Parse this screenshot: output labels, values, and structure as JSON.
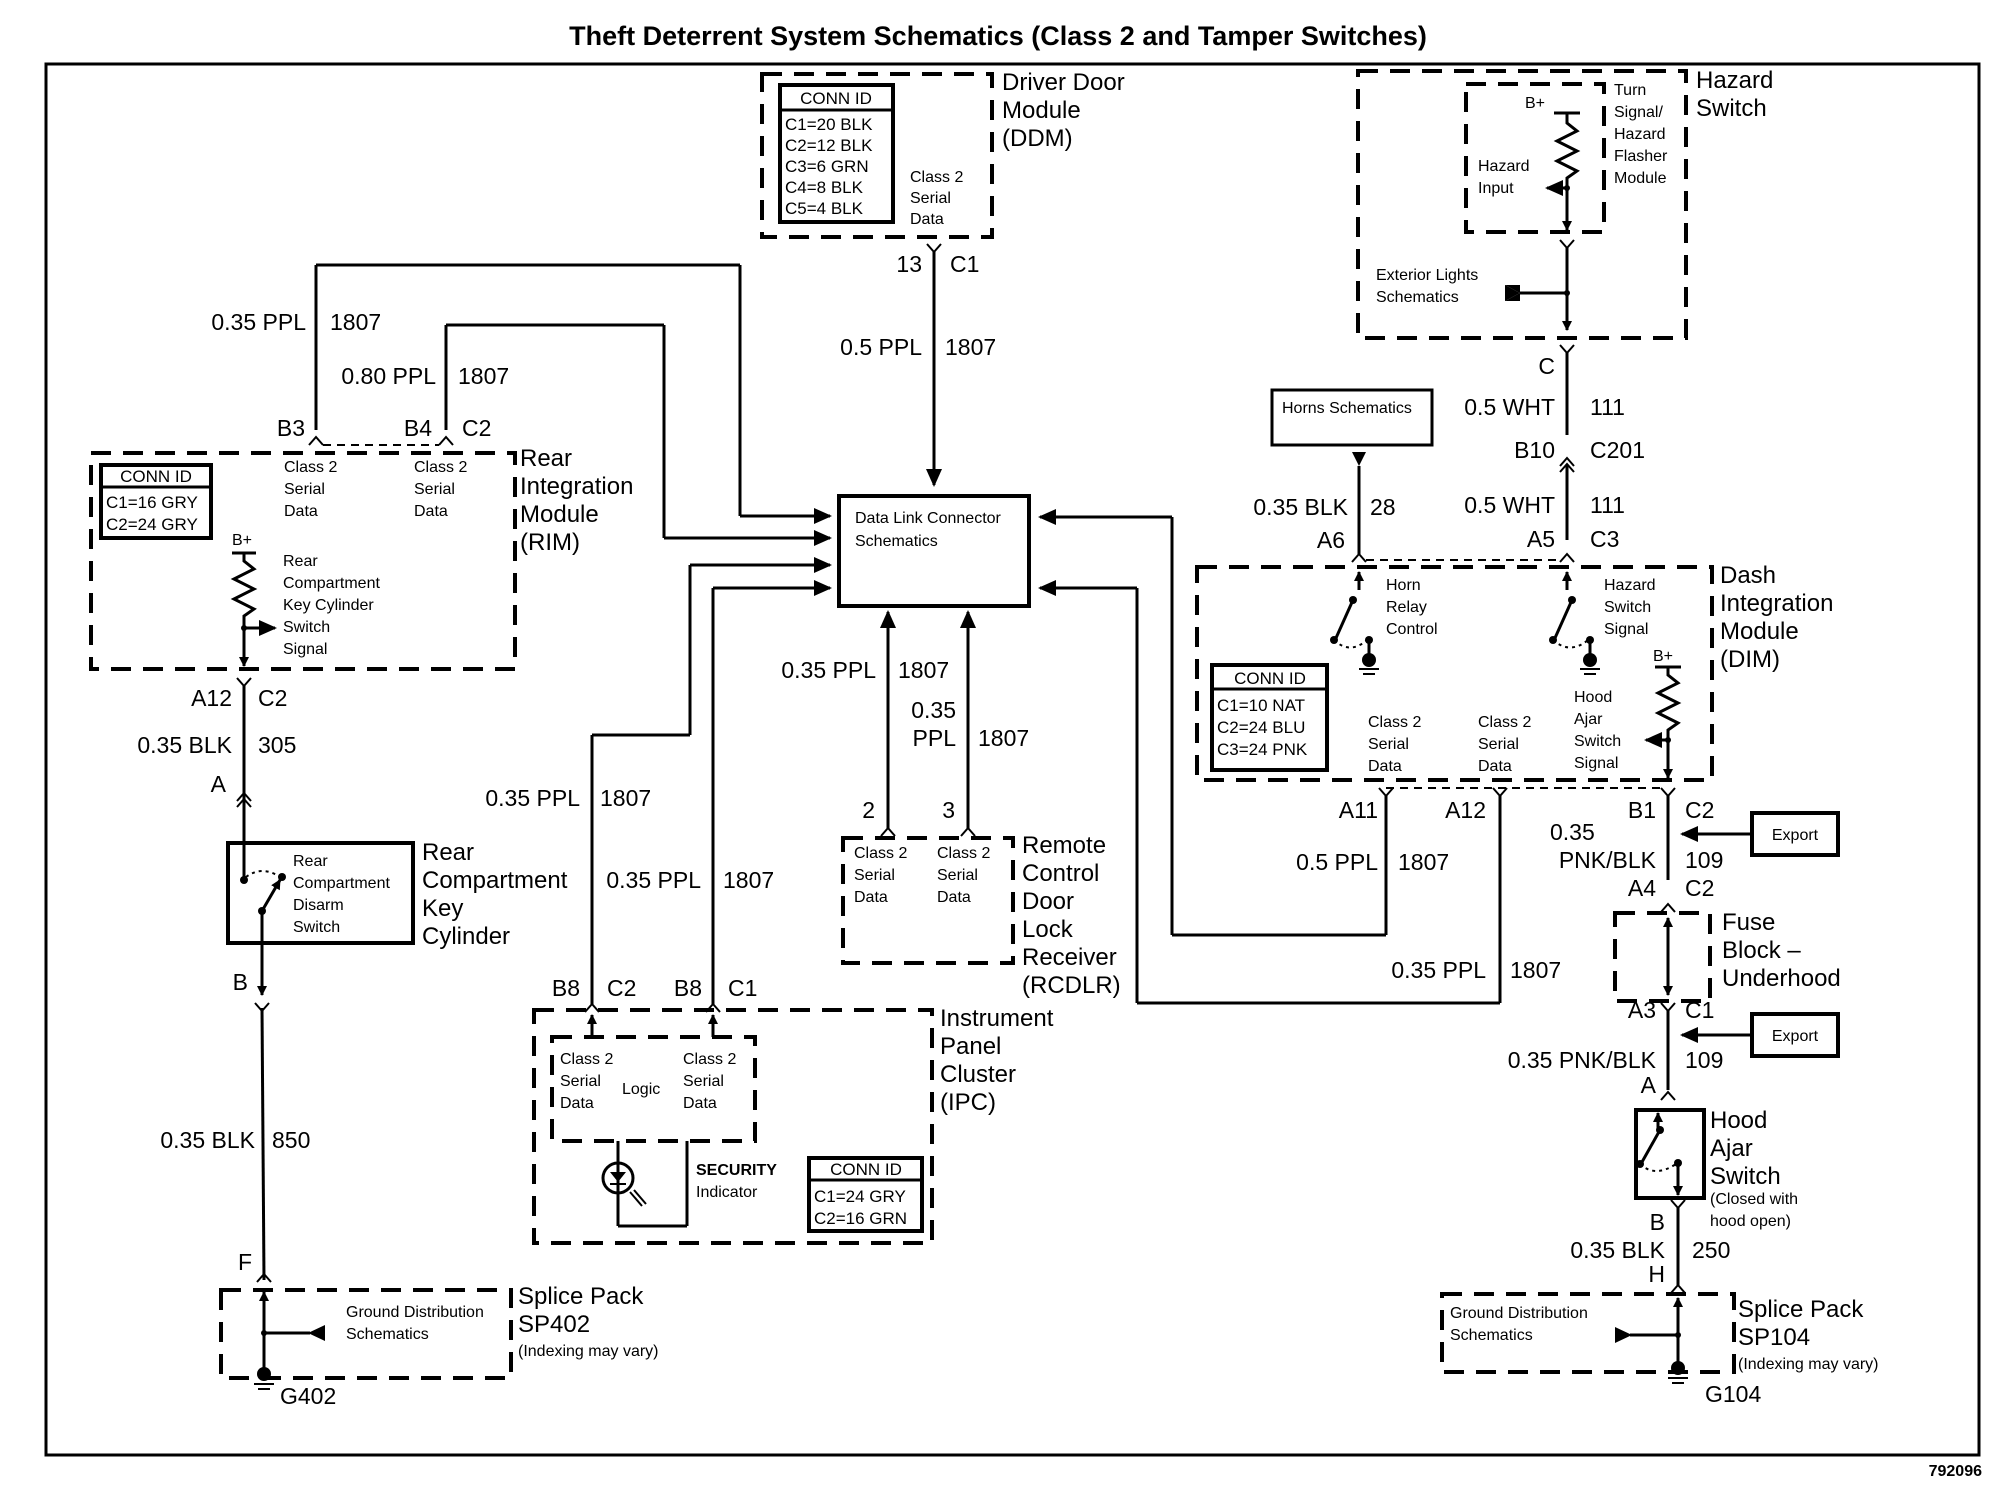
{
  "title": "Theft Deterrent System Schematics (Class 2 and Tamper Switches)",
  "figure_number": "792096",
  "colors": {
    "ink": "#000000",
    "paper": "#ffffff"
  },
  "components": {
    "ddm": {
      "name": [
        "Driver Door",
        "Module",
        "(DDM)"
      ],
      "conn_id": {
        "header": "CONN ID",
        "rows": [
          "C1=20 BLK",
          "C2=12 BLK",
          "C3=6 GRN",
          "C4=8 BLK",
          "C5=4 BLK"
        ]
      },
      "pin_text": [
        "Class 2",
        "Serial",
        "Data"
      ],
      "pin": "13",
      "connector": "C1"
    },
    "hazard_switch": {
      "name": [
        "Hazard",
        "Switch"
      ],
      "flasher_module": [
        "Turn",
        "Signal/",
        "Hazard",
        "Flasher",
        "Module"
      ],
      "b_plus": "B+",
      "hazard_input": [
        "Hazard",
        "Input"
      ],
      "exterior_lights": [
        "Exterior Lights",
        "Schematics"
      ],
      "connector": "C"
    },
    "rim": {
      "name": [
        "Rear",
        "Integration",
        "Module",
        "(RIM)"
      ],
      "conn_id": {
        "header": "CONN ID",
        "rows": [
          "C1=16 GRY",
          "C2=24 GRY"
        ]
      },
      "pin_b3_text": [
        "Class 2",
        "Serial",
        "Data"
      ],
      "pin_b4_text": [
        "Class 2",
        "Serial",
        "Data"
      ],
      "b_plus": "B+",
      "switch_signal": [
        "Rear",
        "Compartment",
        "Key Cylinder",
        "Switch",
        "Signal"
      ],
      "pin_b3": "B3",
      "pin_b4": "B4",
      "connector_top": "C2",
      "pin_a12": "A12",
      "connector_bottom": "C2"
    },
    "key_cylinder": {
      "name": [
        "Rear",
        "Compartment",
        "Key",
        "Cylinder"
      ],
      "switch_text": [
        "Rear",
        "Compartment",
        "Disarm",
        "Switch"
      ],
      "pin_a": "A",
      "pin_b": "B"
    },
    "splice_sp402": {
      "name": [
        "Splice Pack",
        "SP402"
      ],
      "note": "(Indexing may vary)",
      "ground_dist": [
        "Ground Distribution",
        "Schematics"
      ],
      "pin": "F",
      "ground": "G402"
    },
    "dlc": {
      "text": [
        "Data Link Connector",
        "Schematics"
      ]
    },
    "ipc": {
      "name": [
        "Instrument",
        "Panel",
        "Cluster",
        "(IPC)"
      ],
      "left_text": [
        "Class 2",
        "Serial",
        "Data"
      ],
      "right_text": [
        "Class 2",
        "Serial",
        "Data"
      ],
      "logic": "Logic",
      "security": [
        "SECURITY",
        "Indicator"
      ],
      "conn_id": {
        "header": "CONN ID",
        "rows": [
          "C1=24 GRY",
          "C2=16 GRN"
        ]
      },
      "pin_left": "B8",
      "conn_left": "C2",
      "pin_right": "B8",
      "conn_right": "C1"
    },
    "rcdlr": {
      "name": [
        "Remote",
        "Control",
        "Door",
        "Lock",
        "Receiver",
        "(RCDLR)"
      ],
      "left_text": [
        "Class 2",
        "Serial",
        "Data"
      ],
      "right_text": [
        "Class 2",
        "Serial",
        "Data"
      ],
      "pin_left": "2",
      "pin_right": "3"
    },
    "horns": {
      "text": "Horns Schematics"
    },
    "dim": {
      "name": [
        "Dash",
        "Integration",
        "Module",
        "(DIM)"
      ],
      "horn_relay": [
        "Horn",
        "Relay",
        "Control"
      ],
      "hazard_signal": [
        "Hazard",
        "Switch",
        "Signal"
      ],
      "hood_ajar": [
        "Hood",
        "Ajar",
        "Switch",
        "Signal"
      ],
      "b_plus": "B+",
      "conn_id": {
        "header": "CONN ID",
        "rows": [
          "C1=10 NAT",
          "C2=24 BLU",
          "C3=24 PNK"
        ]
      },
      "data1": [
        "Class 2",
        "Serial",
        "Data"
      ],
      "data2": [
        "Class 2",
        "Serial",
        "Data"
      ],
      "pin_a6": "A6",
      "pin_a5": "A5",
      "conn_c3": "C3",
      "pin_a11": "A11",
      "pin_a12": "A12",
      "pin_b1": "B1",
      "conn_c2": "C2"
    },
    "c201": {
      "pin": "B10",
      "connector": "C201"
    },
    "fuse_block": {
      "name": [
        "Fuse",
        "Block –",
        "Underhood"
      ],
      "pin_a4": "A4",
      "conn_a4": "C2",
      "pin_a3": "A3",
      "conn_a3": "C1"
    },
    "export1": "Export",
    "export2": "Export",
    "hood_switch": {
      "name": [
        "Hood",
        "Ajar",
        "Switch"
      ],
      "note": [
        "(Closed with",
        "hood open)"
      ],
      "pin_a": "A",
      "pin_b": "B"
    },
    "splice_sp104": {
      "name": [
        "Splice Pack",
        "SP104"
      ],
      "note": "(Indexing may vary)",
      "ground_dist": [
        "Ground Distribution",
        "Schematics"
      ],
      "pin": "H",
      "ground": "G104"
    }
  },
  "wires": {
    "rim_b3": {
      "gauge": "0.35 PPL",
      "circuit": "1807"
    },
    "rim_b4": {
      "gauge": "0.80 PPL",
      "circuit": "1807"
    },
    "ddm": {
      "gauge": "0.5 PPL",
      "circuit": "1807"
    },
    "rim_key": {
      "gauge": "0.35 BLK",
      "circuit": "305"
    },
    "key_ground": {
      "gauge": "0.35 BLK",
      "circuit": "850"
    },
    "ipc_c2": {
      "gauge": "0.35 PPL",
      "circuit": "1807"
    },
    "ipc_c1": {
      "gauge": "0.35 PPL",
      "circuit": "1807"
    },
    "rcdlr_2": {
      "gauge": "0.35 PPL",
      "circuit": "1807"
    },
    "rcdlr_3": {
      "gauge_a": "0.35",
      "gauge_b": "PPL",
      "circuit": "1807"
    },
    "hazard_upper": {
      "gauge": "0.5 WHT",
      "circuit": "111"
    },
    "hazard_lower": {
      "gauge": "0.5 WHT",
      "circuit": "111"
    },
    "horn": {
      "gauge": "0.35 BLK",
      "circuit": "28"
    },
    "dim_a11": {
      "gauge": "0.5 PPL",
      "circuit": "1807"
    },
    "dim_a12": {
      "gauge": "0.35 PPL",
      "circuit": "1807"
    },
    "hood_upper": {
      "gauge_a": "0.35",
      "gauge_b": "PNK/BLK",
      "circuit": "109"
    },
    "hood_lower": {
      "gauge": "0.35 PNK/BLK",
      "circuit": "109"
    },
    "hood_ground": {
      "gauge": "0.35 BLK",
      "circuit": "250"
    }
  }
}
